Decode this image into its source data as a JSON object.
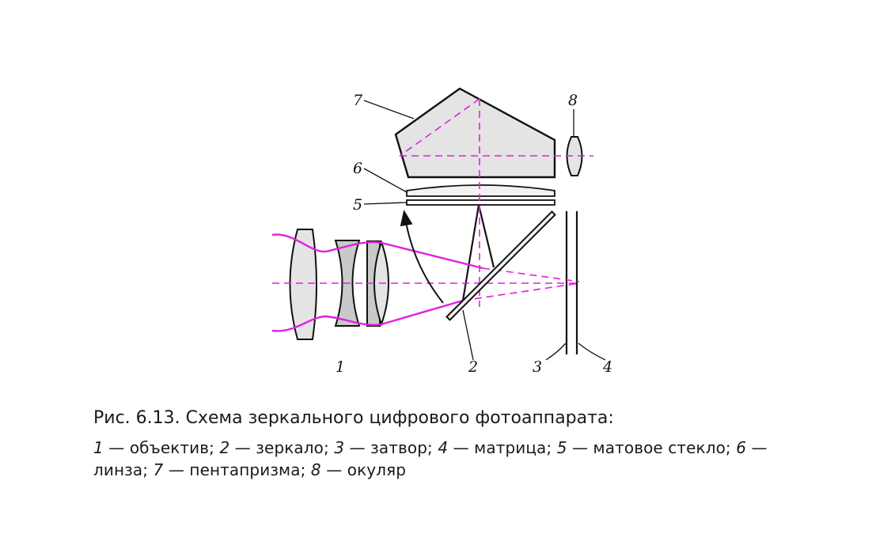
{
  "figure": {
    "labels": {
      "l1": "1",
      "l2": "2",
      "l3": "3",
      "l4": "4",
      "l5": "5",
      "l6": "6",
      "l7": "7",
      "l8": "8"
    },
    "colors": {
      "beam": "#e020e0",
      "fill": "#e4e4e4",
      "stroke": "#111111"
    }
  },
  "caption": {
    "title": "Рис. 6.13. Схема зеркального цифрового фотоаппарата:",
    "items": [
      {
        "num": "1",
        "text": " — объектив; "
      },
      {
        "num": "2",
        "text": " — зеркало; "
      },
      {
        "num": "3",
        "text": " — затвор; "
      },
      {
        "num": "4",
        "text": " — матрица; "
      },
      {
        "num": "5",
        "text": " — матовое стекло; "
      },
      {
        "num": "6",
        "text": " — линза; "
      },
      {
        "num": "7",
        "text": " — пентапризма; "
      },
      {
        "num": "8",
        "text": " — окуляр"
      }
    ]
  }
}
